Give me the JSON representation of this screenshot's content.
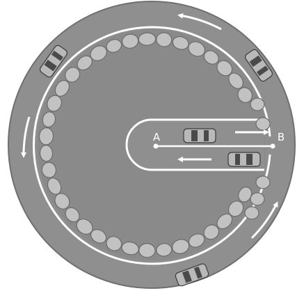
{
  "diagram": {
    "point_labels": {
      "start": "A",
      "end": "B"
    },
    "colors": {
      "road": "#8f8f8f",
      "road_edge": "#6f6f6f",
      "lane_line": "#ffffff",
      "arrow": "#ffffff",
      "boulder_fill": "#c2c2c2",
      "boulder_stroke": "#6b6b6b",
      "car_body": "#b9b9b9",
      "car_window": "#4a4a4a"
    },
    "icons": [
      "boulder",
      "car",
      "direction-arrow"
    ],
    "circulation": "counter-clockwise"
  }
}
